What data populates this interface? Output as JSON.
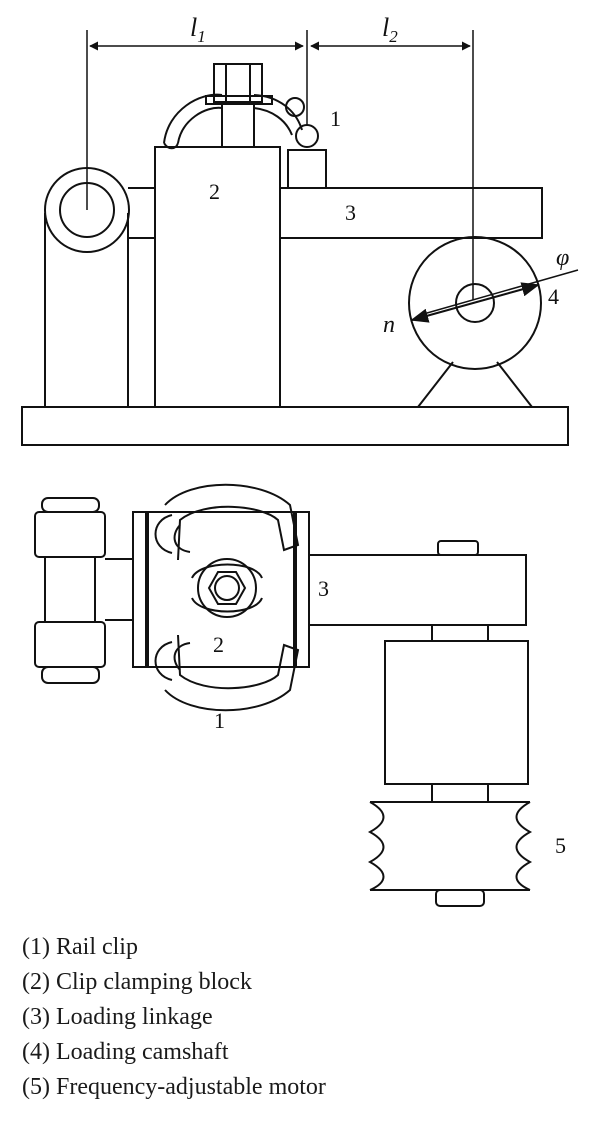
{
  "side_view": {
    "dim_l1": {
      "base": "l",
      "sub": "1"
    },
    "dim_l2": {
      "base": "l",
      "sub": "2"
    },
    "label_1": "1",
    "label_2": "2",
    "label_3": "3",
    "label_4": "4",
    "label_phi": "φ",
    "label_n": "n"
  },
  "top_view": {
    "label_1": "1",
    "label_2": "2",
    "label_3": "3",
    "label_5": "5"
  },
  "legend": [
    {
      "text": "(1) Rail clip"
    },
    {
      "text": "(2) Clip clamping block"
    },
    {
      "text": "(3) Loading linkage"
    },
    {
      "text": "(4) Loading camshaft"
    },
    {
      "text": "(5) Frequency-adjustable motor"
    }
  ]
}
